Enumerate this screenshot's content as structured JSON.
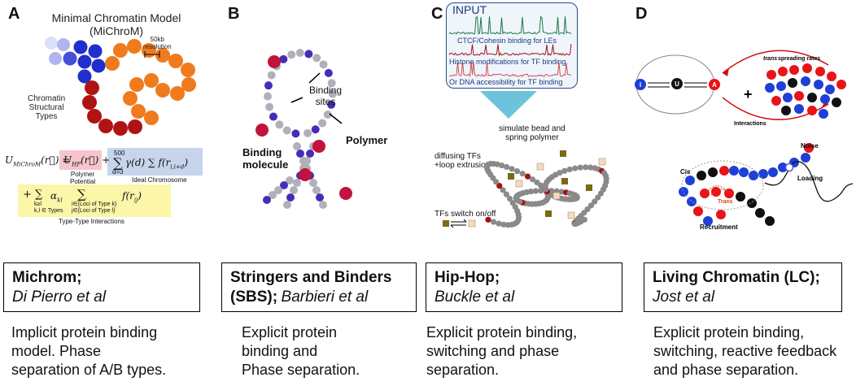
{
  "panels": {
    "A": {
      "letter": "A",
      "title_line1": "Minimal Chromatin Model",
      "title_line2": "(MiChroM)",
      "resolution_label_1": "50kb",
      "resolution_label_2": "resolution",
      "types_label_1": "Chromatin",
      "types_label_2": "Structural",
      "types_label_3": "Types",
      "energy_lhs": "U",
      "energy_lhs_sub": "MiChroM",
      "energy_hp": "U",
      "energy_hp_sub": "HP",
      "polymer_label_1": "Polymer",
      "polymer_label_2": "Potential",
      "ideal_label": "Ideal Chromosome",
      "sum_top": "500",
      "sum_bottom": "d=3",
      "type_label": "Type-Type Interactions",
      "sum_k": "k≥l",
      "sum_kl": "k,l ∈ Types",
      "loci_k": "i∈{Loci of Type k}",
      "loci_l": "j∈{Loci of Type l}",
      "caption_title": "Michrom;",
      "caption_author": "Di Pierro et al",
      "desc_1": "Implicit protein binding",
      "desc_2": "model. Phase",
      "desc_3": "separation of A/B types."
    },
    "B": {
      "letter": "B",
      "binding_sites_1": "Binding",
      "binding_sites_2": "sites",
      "polymer_label": "Polymer",
      "molecule_label_1": "Binding",
      "molecule_label_2": "molecule",
      "caption_title_1": "Stringers and Binders",
      "caption_title_2": "(SBS);",
      "caption_author": "Barbieri et al",
      "desc_1": "Explicit protein",
      "desc_2": "binding and",
      "desc_3": "Phase separation."
    },
    "C": {
      "letter": "C",
      "input_label": "INPUT",
      "track_1": "CTCF/Cohesin binding for LEs",
      "track_2": "Histone modifications for TF binding",
      "track_3": "Or DNA accessibility for TF binding",
      "simulate_1": "simulate bead and",
      "simulate_2": "spring polymer",
      "diffusing_1": "diffusing TFs",
      "diffusing_2": "+loop extrusion",
      "switch_label": "TFs switch on/off",
      "caption_title": "Hip-Hop;",
      "caption_author": "Buckle et al",
      "desc_1": "Explicit protein binding,",
      "desc_2": "switching and phase",
      "desc_3": "separation."
    },
    "D": {
      "letter": "D",
      "state_i": "I",
      "state_u": "U",
      "state_a": "A",
      "trans_label": "trans",
      "spreading_label": "spreading rates",
      "interactions_label": "Interactions",
      "plus": "+",
      "noise_label": "Noise",
      "loading_label": "Loading",
      "cis_label": "Cis",
      "trans2_label": "Trans",
      "recruitment_label": "Recruitment",
      "caption_title": "Living Chromatin (LC);",
      "caption_author": "Jost et al",
      "desc_1": "Explicit protein binding,",
      "desc_2": "switching, reactive feedback",
      "desc_3": "and phase separation."
    }
  },
  "colors": {
    "blue": "#1f3fd6",
    "lightblue": "#7b86e8",
    "orange": "#f07b1d",
    "darkred": "#b01313",
    "purple": "#4a2ab8",
    "grey": "#a9a9a9",
    "crimson": "#c0143c",
    "pink_hl": "#f6c6cc",
    "blue_hl": "#c6d4ec",
    "yellow_hl": "#fbf6a8",
    "input_bg": "#f0f5fc",
    "arrow_cyan": "#6ec3dc",
    "red": "#e8141a",
    "black": "#111111"
  }
}
